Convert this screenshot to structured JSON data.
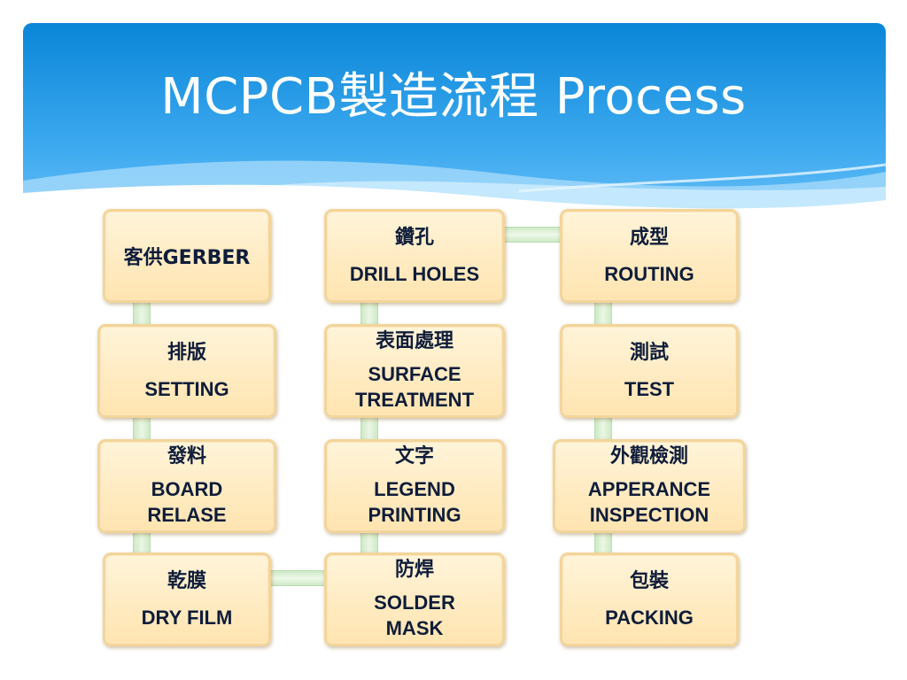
{
  "slide": {
    "title": "MCPCB製造流程 Process"
  },
  "steps": [
    {
      "id": "gerber",
      "text": "客供GERBER"
    },
    {
      "id": "setting",
      "zh": "排版",
      "en": "SETTING"
    },
    {
      "id": "board-release",
      "zh": "發料",
      "en": "BOARD\nRELASE"
    },
    {
      "id": "dry-film",
      "zh": "乾膜",
      "en": "DRY FILM"
    },
    {
      "id": "solder-mask",
      "zh": "防焊",
      "en": "SOLDER\nMASK"
    },
    {
      "id": "legend-printing",
      "zh": "文字",
      "en": "LEGEND\nPRINTING"
    },
    {
      "id": "surface-treatment",
      "zh": "表面處理",
      "en": "SURFACE\nTREATMENT"
    },
    {
      "id": "drill-holes",
      "zh": "鑽孔",
      "en": "DRILL HOLES"
    },
    {
      "id": "routing",
      "zh": "成型",
      "en": "ROUTING"
    },
    {
      "id": "test",
      "zh": "測試",
      "en": "TEST"
    },
    {
      "id": "appearance-inspection",
      "zh": "外觀檢測",
      "en": "APPERANCE\nINSPECTION"
    },
    {
      "id": "packing",
      "zh": "包裝",
      "en": "PACKING"
    }
  ],
  "colors": {
    "header_blue": "#1b8fdc",
    "box_fill": "#ffe4b0",
    "box_border": "#f3d59a",
    "connector": "#cfe9c7",
    "text": "#0f1d3a"
  }
}
